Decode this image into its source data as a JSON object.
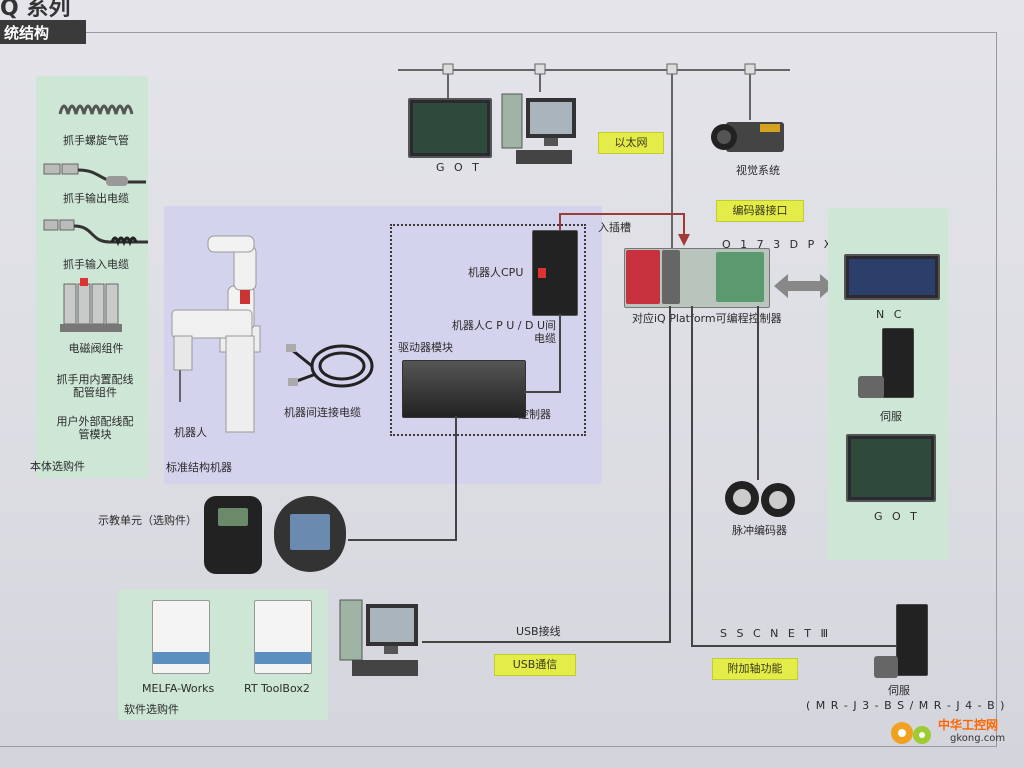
{
  "header": {
    "tab_title": "统结构",
    "top_title": "Q 系列"
  },
  "tags": {
    "ethernet": "以太网",
    "encoder_if": "编码器接口",
    "usb_comm": "USB通信",
    "aux_axis": "附加轴功能"
  },
  "left_panel": {
    "items": [
      "抓手螺旋气管",
      "抓手输出电缆",
      "抓手输入电缆",
      "电磁阀组件",
      "抓手用内置配线\n配管组件",
      "用户外部配线配\n管模块"
    ],
    "footer": "本体选购件"
  },
  "robot_panel": {
    "robot": "机器人",
    "cable": "机器间连接电缆",
    "footer": "标准结构机器",
    "robot_cpu": "机器人CPU",
    "cpu_du_cable": "机器人C P U / D U间\n电缆",
    "driver_module": "驱动器模块",
    "controller": "控制器"
  },
  "network": {
    "got_top": "G O T",
    "vision": "视觉系统",
    "slot": "入插槽",
    "q173dpx": "Q 1 7 3 D P X",
    "plc": "对应iQ Platform可编程控制器",
    "pulse_encoder": "脉冲编码器",
    "teach": "示教单元（选购件）",
    "usb_line": "USB接线",
    "sscnet": "S S C N E T Ⅲ",
    "servo_bottom": "伺服",
    "servo_model": "( M R - J 3 - B S / M R - J 4 - B )"
  },
  "right_panel": {
    "nc": "N C",
    "servo": "伺服",
    "got": "G O T"
  },
  "software": {
    "melfa": "MELFA-Works",
    "rt": "RT ToolBox2",
    "footer": "软件选购件"
  },
  "watermark": {
    "cn": "中华工控网",
    "url": "gkong.com"
  },
  "colors": {
    "tag_yellow": "#e4ec4a",
    "panel_green": "#cde6d6",
    "panel_lavender": "#d3d3ee",
    "plc_red": "#c8323e",
    "line_dark": "#444444",
    "line_red": "#a03a3a"
  }
}
